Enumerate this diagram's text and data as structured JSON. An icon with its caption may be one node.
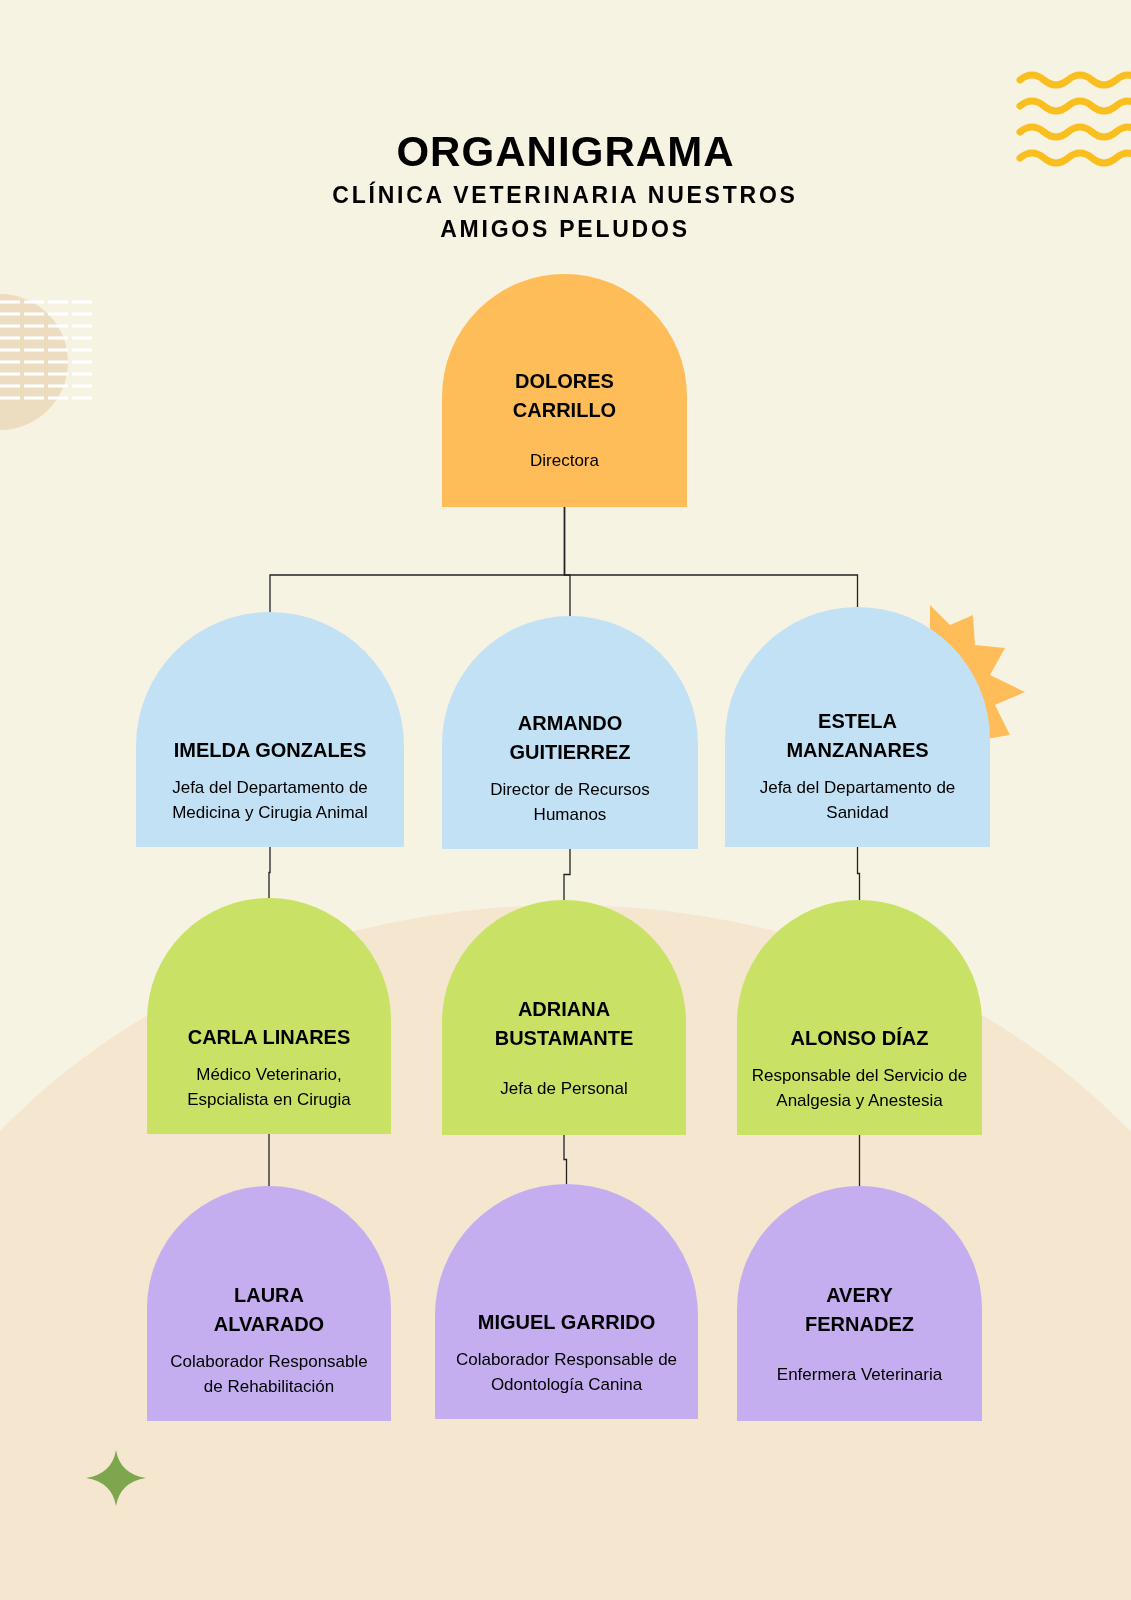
{
  "diagram": {
    "title": "ORGANIGRAMA",
    "nodes": [
      {
        "text": [
          "DOLORES CARRILLO",
          "Directora"
        ]
      },
      {
        "text": [
          "IMELDA GONZALES",
          "Jefa del Departamento de Medicina y Cirugia Animal"
        ]
      },
      {
        "text": [
          "ARMANDO GUITIERREZ",
          "Director de Recursos Humanos"
        ]
      },
      {
        "text": [
          "ESTELA MANZANARES",
          "Jefa del Departamento de Sanidad"
        ]
      },
      {
        "text": [
          "CARLA LINARES",
          "Médico Veterinario, Espcialista en Cirugia"
        ]
      },
      {
        "text": [
          "ADRIANA BUSTAMANTE",
          "Jefa de Personal"
        ]
      },
      {
        "text": [
          "ALONSO DÍAZ",
          "Responsable del Servicio de Analgesia y Anestesia"
        ]
      },
      {
        "text": [
          "LAURA ALVARADO",
          "Colaborador Responsable de Rehabilitación"
        ]
      },
      {
        "text": [
          "MIGUEL GARRIDO",
          "Colaborador Responsable de Odontología Canina"
        ]
      },
      {
        "text": [
          "AVERY FERNADEZ",
          "Enfermera Veterinaria"
        ]
      }
    ],
    "edges": [
      {
        "from": 0,
        "to": 1,
        "arrow": "none"
      },
      {
        "from": 0,
        "to": 2,
        "arrow": "none"
      },
      {
        "from": 0,
        "to": 3,
        "arrow": "none"
      },
      {
        "from": 1,
        "to": 4,
        "arrow": "none"
      },
      {
        "from": 2,
        "to": 5,
        "arrow": "none"
      },
      {
        "from": 3,
        "to": 6,
        "arrow": "none"
      },
      {
        "from": 4,
        "to": 7,
        "arrow": "none"
      },
      {
        "from": 5,
        "to": 8,
        "arrow": "none"
      },
      {
        "from": 6,
        "to": 9,
        "arrow": "none"
      }
    ],
    "labels": [
      "CLÍNICA VETERINARIA NUESTROS AMIGOS PELUDOS"
    ]
  }
}
